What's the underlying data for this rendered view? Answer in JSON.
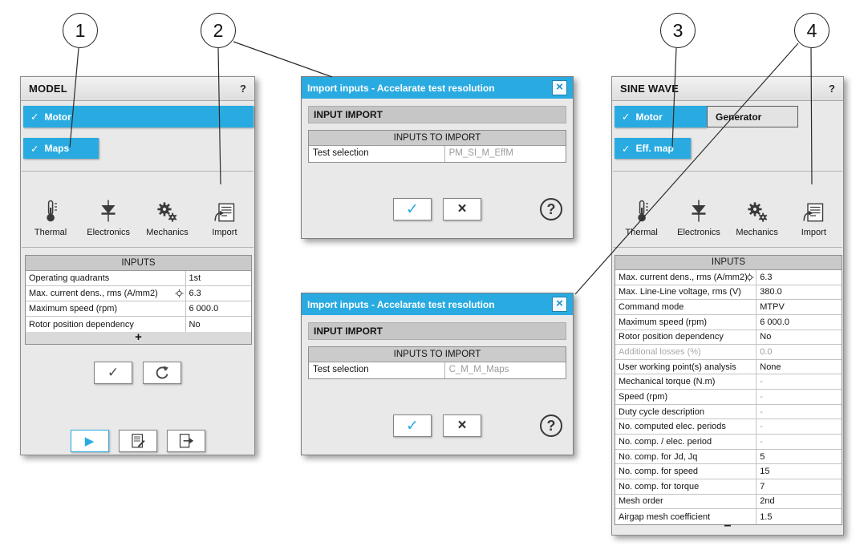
{
  "glyphs": {
    "check": "✓",
    "close": "×",
    "cancel": "×",
    "play": "▶",
    "add": "+",
    "collapse": "−",
    "help": "?"
  },
  "colors": {
    "accent_blue": "#29abe2",
    "panel_bg": "#e9e9e9",
    "header_gray": "#c6c6c6"
  },
  "callouts": [
    {
      "number": "1"
    },
    {
      "number": "2"
    },
    {
      "number": "3"
    },
    {
      "number": "4"
    }
  ],
  "model_panel": {
    "title": "MODEL",
    "tabs": [
      {
        "label": "Motor",
        "checked": true
      },
      {
        "label": "Maps",
        "checked": true
      }
    ],
    "icons": [
      {
        "label": "Thermal"
      },
      {
        "label": "Electronics"
      },
      {
        "label": "Mechanics"
      },
      {
        "label": "Import"
      }
    ],
    "inputs_header": "INPUTS",
    "rows": [
      {
        "label": "Operating quadrants",
        "value": "1st"
      },
      {
        "label": "Max. current dens., rms (A/mm2)",
        "value": "6.3",
        "pin": true
      },
      {
        "label": "Maximum speed (rpm)",
        "value": "6 000.0"
      },
      {
        "label": "Rotor position dependency",
        "value": "No"
      }
    ]
  },
  "dialogs": [
    {
      "title": "Import inputs - Accelarate test resolution",
      "section": "INPUT IMPORT",
      "table_header": "INPUTS TO IMPORT",
      "row": {
        "label": "Test selection",
        "value": "PM_SI_M_EffM"
      }
    },
    {
      "title": "Import inputs - Accelarate test resolution",
      "section": "INPUT IMPORT",
      "table_header": "INPUTS TO IMPORT",
      "row": {
        "label": "Test selection",
        "value": "C_M_M_Maps"
      }
    }
  ],
  "sine_panel": {
    "title": "SINE WAVE",
    "motor_label": "Motor",
    "generator_label": "Generator",
    "effmap_label": "Eff. map",
    "icons": [
      {
        "label": "Thermal"
      },
      {
        "label": "Electronics"
      },
      {
        "label": "Mechanics"
      },
      {
        "label": "Import"
      }
    ],
    "inputs_header": "INPUTS",
    "rows": [
      {
        "label": "Max. current dens., rms (A/mm2)",
        "value": "6.3",
        "pin": true
      },
      {
        "label": "Max. Line-Line voltage, rms (V)",
        "value": "380.0"
      },
      {
        "label": "Command mode",
        "value": "MTPV"
      },
      {
        "label": "Maximum speed (rpm)",
        "value": "6 000.0"
      },
      {
        "label": "Rotor position dependency",
        "value": "No"
      },
      {
        "label": "Additional losses (%)",
        "value": "0.0",
        "muted": true,
        "value_muted": true
      },
      {
        "label": "User working point(s) analysis",
        "value": "None"
      },
      {
        "label": "Mechanical torque (N.m)",
        "value": "-",
        "value_muted": true
      },
      {
        "label": "Speed (rpm)",
        "value": "-",
        "value_muted": true
      },
      {
        "label": "Duty cycle description",
        "value": "-",
        "value_muted": true
      },
      {
        "label": "No. computed elec. periods",
        "value": "-",
        "value_muted": true
      },
      {
        "label": "No. comp. / elec. period",
        "value": "-",
        "value_muted": true
      },
      {
        "label": "No. comp. for Jd, Jq",
        "value": "5"
      },
      {
        "label": "No. comp. for speed",
        "value": "15"
      },
      {
        "label": "No. comp. for torque",
        "value": "7"
      },
      {
        "label": "Mesh order",
        "value": "2nd"
      },
      {
        "label": "Airgap mesh coefficient",
        "value": "1.5"
      }
    ]
  }
}
